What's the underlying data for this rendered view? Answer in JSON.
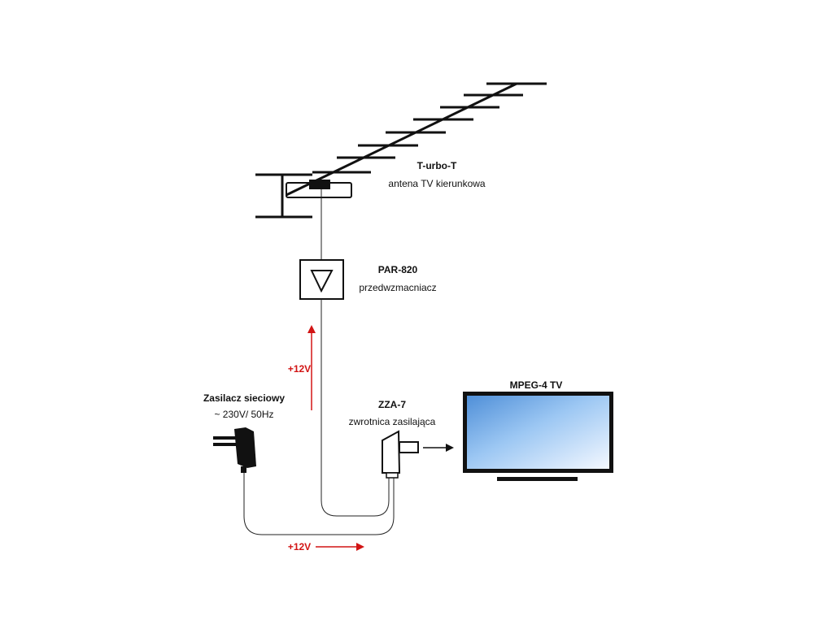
{
  "antenna": {
    "name": "T-urbo-T",
    "description": "antena TV kierunkowa"
  },
  "preamplifier": {
    "name": "PAR-820",
    "description": "przedwzmacniacz"
  },
  "power_supply": {
    "name": "Zasilacz sieciowy",
    "description": "~ 230V/ 50Hz"
  },
  "power_inserter": {
    "name": "ZZA-7",
    "description": "zwrotnica zasilająca"
  },
  "tv": {
    "name": "MPEG-4 TV"
  },
  "voltage_labels": {
    "up": "+12V",
    "bottom": "+12V"
  },
  "colors": {
    "voltage_arrow": "#d21414",
    "line": "#111111",
    "screen_top": "#5a9bd5",
    "screen_bottom": "#f3f7ff"
  }
}
